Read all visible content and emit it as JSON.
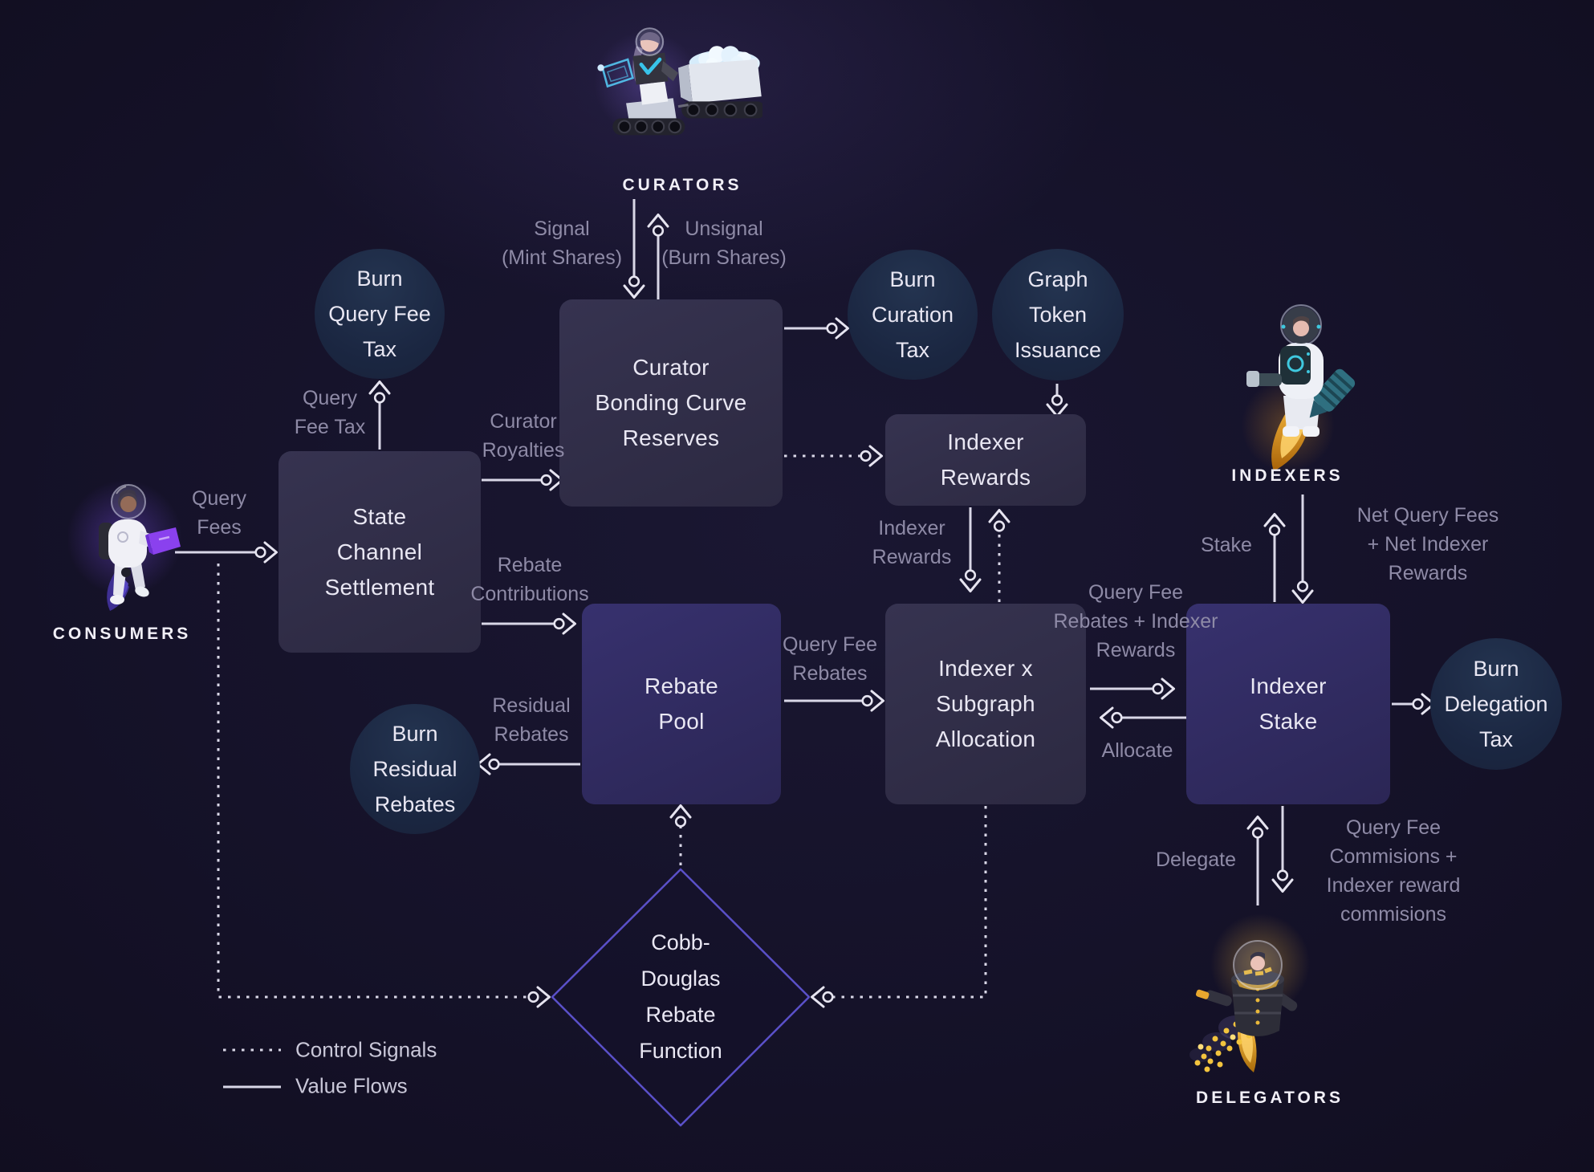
{
  "actors": {
    "curators": "CURATORS",
    "consumers": "CONSUMERS",
    "indexers": "INDEXERS",
    "delegators": "DELEGATORS"
  },
  "nodes": {
    "state_channel": {
      "lines": [
        "State",
        "Channel",
        "Settlement"
      ]
    },
    "curator_bonding": {
      "lines": [
        "Curator",
        "Bonding Curve",
        "Reserves"
      ]
    },
    "indexer_rewards": {
      "lines": [
        "Indexer",
        "Rewards"
      ]
    },
    "allocation": {
      "lines": [
        "Indexer x",
        "Subgraph",
        "Allocation"
      ]
    },
    "rebate_pool": {
      "lines": [
        "Rebate",
        "Pool"
      ]
    },
    "indexer_stake": {
      "lines": [
        "Indexer",
        "Stake"
      ]
    }
  },
  "sinks": {
    "burn_query_fee_tax": {
      "lines": [
        "Burn",
        "Query Fee",
        "Tax"
      ]
    },
    "burn_curation_tax": {
      "lines": [
        "Burn",
        "Curation",
        "Tax"
      ]
    },
    "graph_token_issuance": {
      "lines": [
        "Graph",
        "Token",
        "Issuance"
      ]
    },
    "burn_residual_rebates": {
      "lines": [
        "Burn",
        "Residual",
        "Rebates"
      ]
    },
    "burn_delegation_tax": {
      "lines": [
        "Burn",
        "Delegation",
        "Tax"
      ]
    }
  },
  "function_node": {
    "lines": [
      "Cobb-",
      "Douglas",
      "Rebate",
      "Function"
    ]
  },
  "flow_labels": {
    "signal": {
      "lines": [
        "Signal",
        "(Mint Shares)"
      ]
    },
    "unsignal": {
      "lines": [
        "Unsignal",
        "(Burn Shares)"
      ]
    },
    "query_fee_tax": {
      "lines": [
        "Query",
        "Fee Tax"
      ]
    },
    "query_fees": {
      "lines": [
        "Query",
        "Fees"
      ]
    },
    "curator_royalties": {
      "lines": [
        "Curator",
        "Royalties"
      ]
    },
    "rebate_contributions": {
      "lines": [
        "Rebate",
        "Contributions"
      ]
    },
    "residual_rebates": {
      "lines": [
        "Residual",
        "Rebates"
      ]
    },
    "indexer_rewards": {
      "lines": [
        "Indexer",
        "Rewards"
      ]
    },
    "query_fee_rebates": {
      "lines": [
        "Query Fee",
        "Rebates"
      ]
    },
    "query_fee_rebates_indexer_rewards": {
      "lines": [
        "Query Fee",
        "Rebates + Indexer",
        "Rewards"
      ]
    },
    "allocate": {
      "lines": [
        "Allocate"
      ]
    },
    "stake": {
      "lines": [
        "Stake"
      ]
    },
    "net_query_fees": {
      "lines": [
        "Net Query Fees",
        "+ Net Indexer",
        "Rewards"
      ]
    },
    "delegate": {
      "lines": [
        "Delegate"
      ]
    },
    "delegation_commissions": {
      "lines": [
        "Query Fee",
        "Commisions +",
        "Indexer reward",
        "commisions"
      ]
    }
  },
  "legend": {
    "control_signals": "Control Signals",
    "value_flows": "Value Flows"
  },
  "colors": {
    "background": "#151229",
    "box_grey": "#312e49",
    "box_indigo": "#322d64",
    "circle_navy": "#1d2a45",
    "diamond_stroke": "#5a50c8",
    "arrow": "#e6e4f0",
    "label_grey": "#8e8aa6",
    "node_text": "#e9e7f3",
    "accent_cyan": "#45c5ee",
    "accent_gold": "#f0b73c",
    "accent_purple": "#8a41ee"
  },
  "illustrations": [
    "curators-rover-cart-icon",
    "consumers-astronaut-icon",
    "indexers-astronaut-drill-icon",
    "delegators-pod-coins-icon"
  ]
}
